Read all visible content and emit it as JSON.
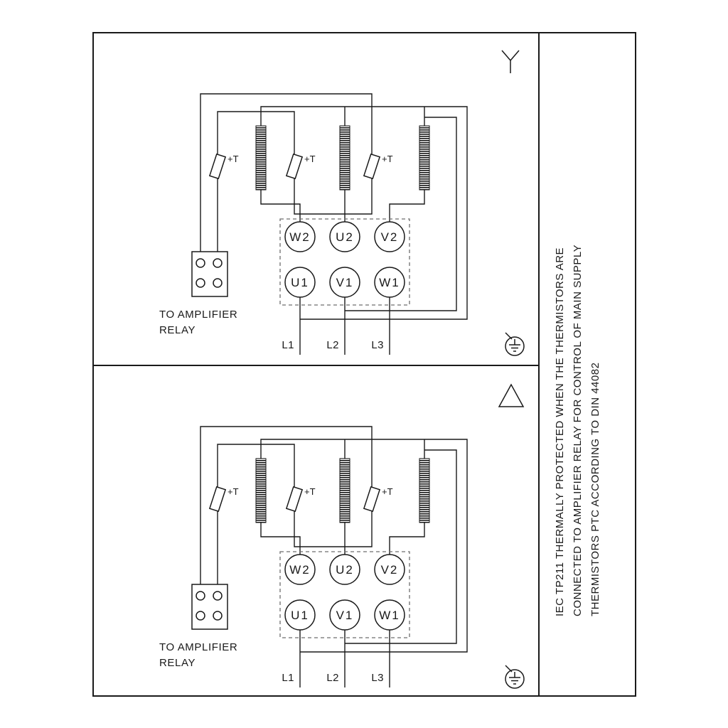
{
  "note": {
    "lines": [
      "IEC TP211 THERMALLY PROTECTED WHEN THE THERMISTORS ARE",
      "CONNECTED TO AMPLIFIER RELAY FOR CONTROL OF MAIN SUPPLY",
      "THERMISTORS PTC ACCORDING TO DIN 44082"
    ]
  },
  "panels": {
    "star": {
      "connection_symbol": "wye",
      "thermistor_label": "+T",
      "relay_caption": [
        "TO AMPLIFIER",
        "RELAY"
      ],
      "terminals_top": [
        "W2",
        "U2",
        "V2"
      ],
      "terminals_bottom": [
        "U1",
        "V1",
        "W1"
      ],
      "supply_lines": [
        "L1",
        "L2",
        "L3"
      ]
    },
    "delta": {
      "connection_symbol": "delta",
      "thermistor_label": "+T",
      "relay_caption": [
        "TO AMPLIFIER",
        "RELAY"
      ],
      "terminals_top": [
        "W2",
        "U2",
        "V2"
      ],
      "terminals_bottom": [
        "U1",
        "V1",
        "W1"
      ],
      "supply_lines": [
        "L1",
        "L2",
        "L3"
      ]
    }
  },
  "colors": {
    "line": "#1a1a1a",
    "dashed_box": "#6e6e6e",
    "background": "#ffffff"
  }
}
